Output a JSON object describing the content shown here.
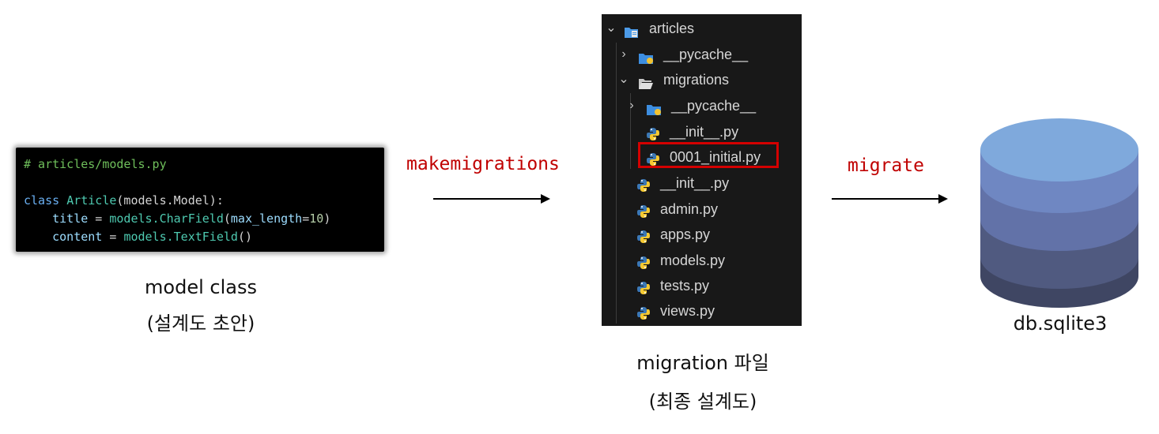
{
  "code": {
    "line1": "# articles/models.py",
    "line2_kw": "class",
    "line2_cls": "Article",
    "line2_rest": "(models.Model):",
    "line3_attr": "title",
    "line3_eq": " = ",
    "line3_mod": "models.CharField",
    "line3_open": "(",
    "line3_arg": "max_length",
    "line3_eq2": "=",
    "line3_num": "10",
    "line3_close": ")",
    "line4_attr": "content",
    "line4_eq": " = ",
    "line4_mod": "models.TextField",
    "line4_close": "()"
  },
  "model_caption": {
    "line1": "model class",
    "line2": "(설계도 초안)"
  },
  "arrow1_label": "makemigrations",
  "arrow2_label": "migrate",
  "tree": {
    "root": "articles",
    "items": [
      {
        "label": "__pycache__"
      },
      {
        "label": "migrations"
      },
      {
        "label": "__pycache__"
      },
      {
        "label": "__init__.py"
      },
      {
        "label": "0001_initial.py"
      },
      {
        "label": "__init__.py"
      },
      {
        "label": "admin.py"
      },
      {
        "label": "apps.py"
      },
      {
        "label": "models.py"
      },
      {
        "label": "tests.py"
      },
      {
        "label": "views.py"
      }
    ]
  },
  "migration_caption": {
    "line1": "migration 파일",
    "line2": "(최종 설계도)"
  },
  "db_caption": "db.sqlite3",
  "colors": {
    "highlight": "#d40000",
    "command": "#c00000",
    "db_top": "#7fa9dc",
    "db_band1": "#6a7fb8",
    "db_band2": "#556089",
    "db_band3": "#3f4663"
  }
}
